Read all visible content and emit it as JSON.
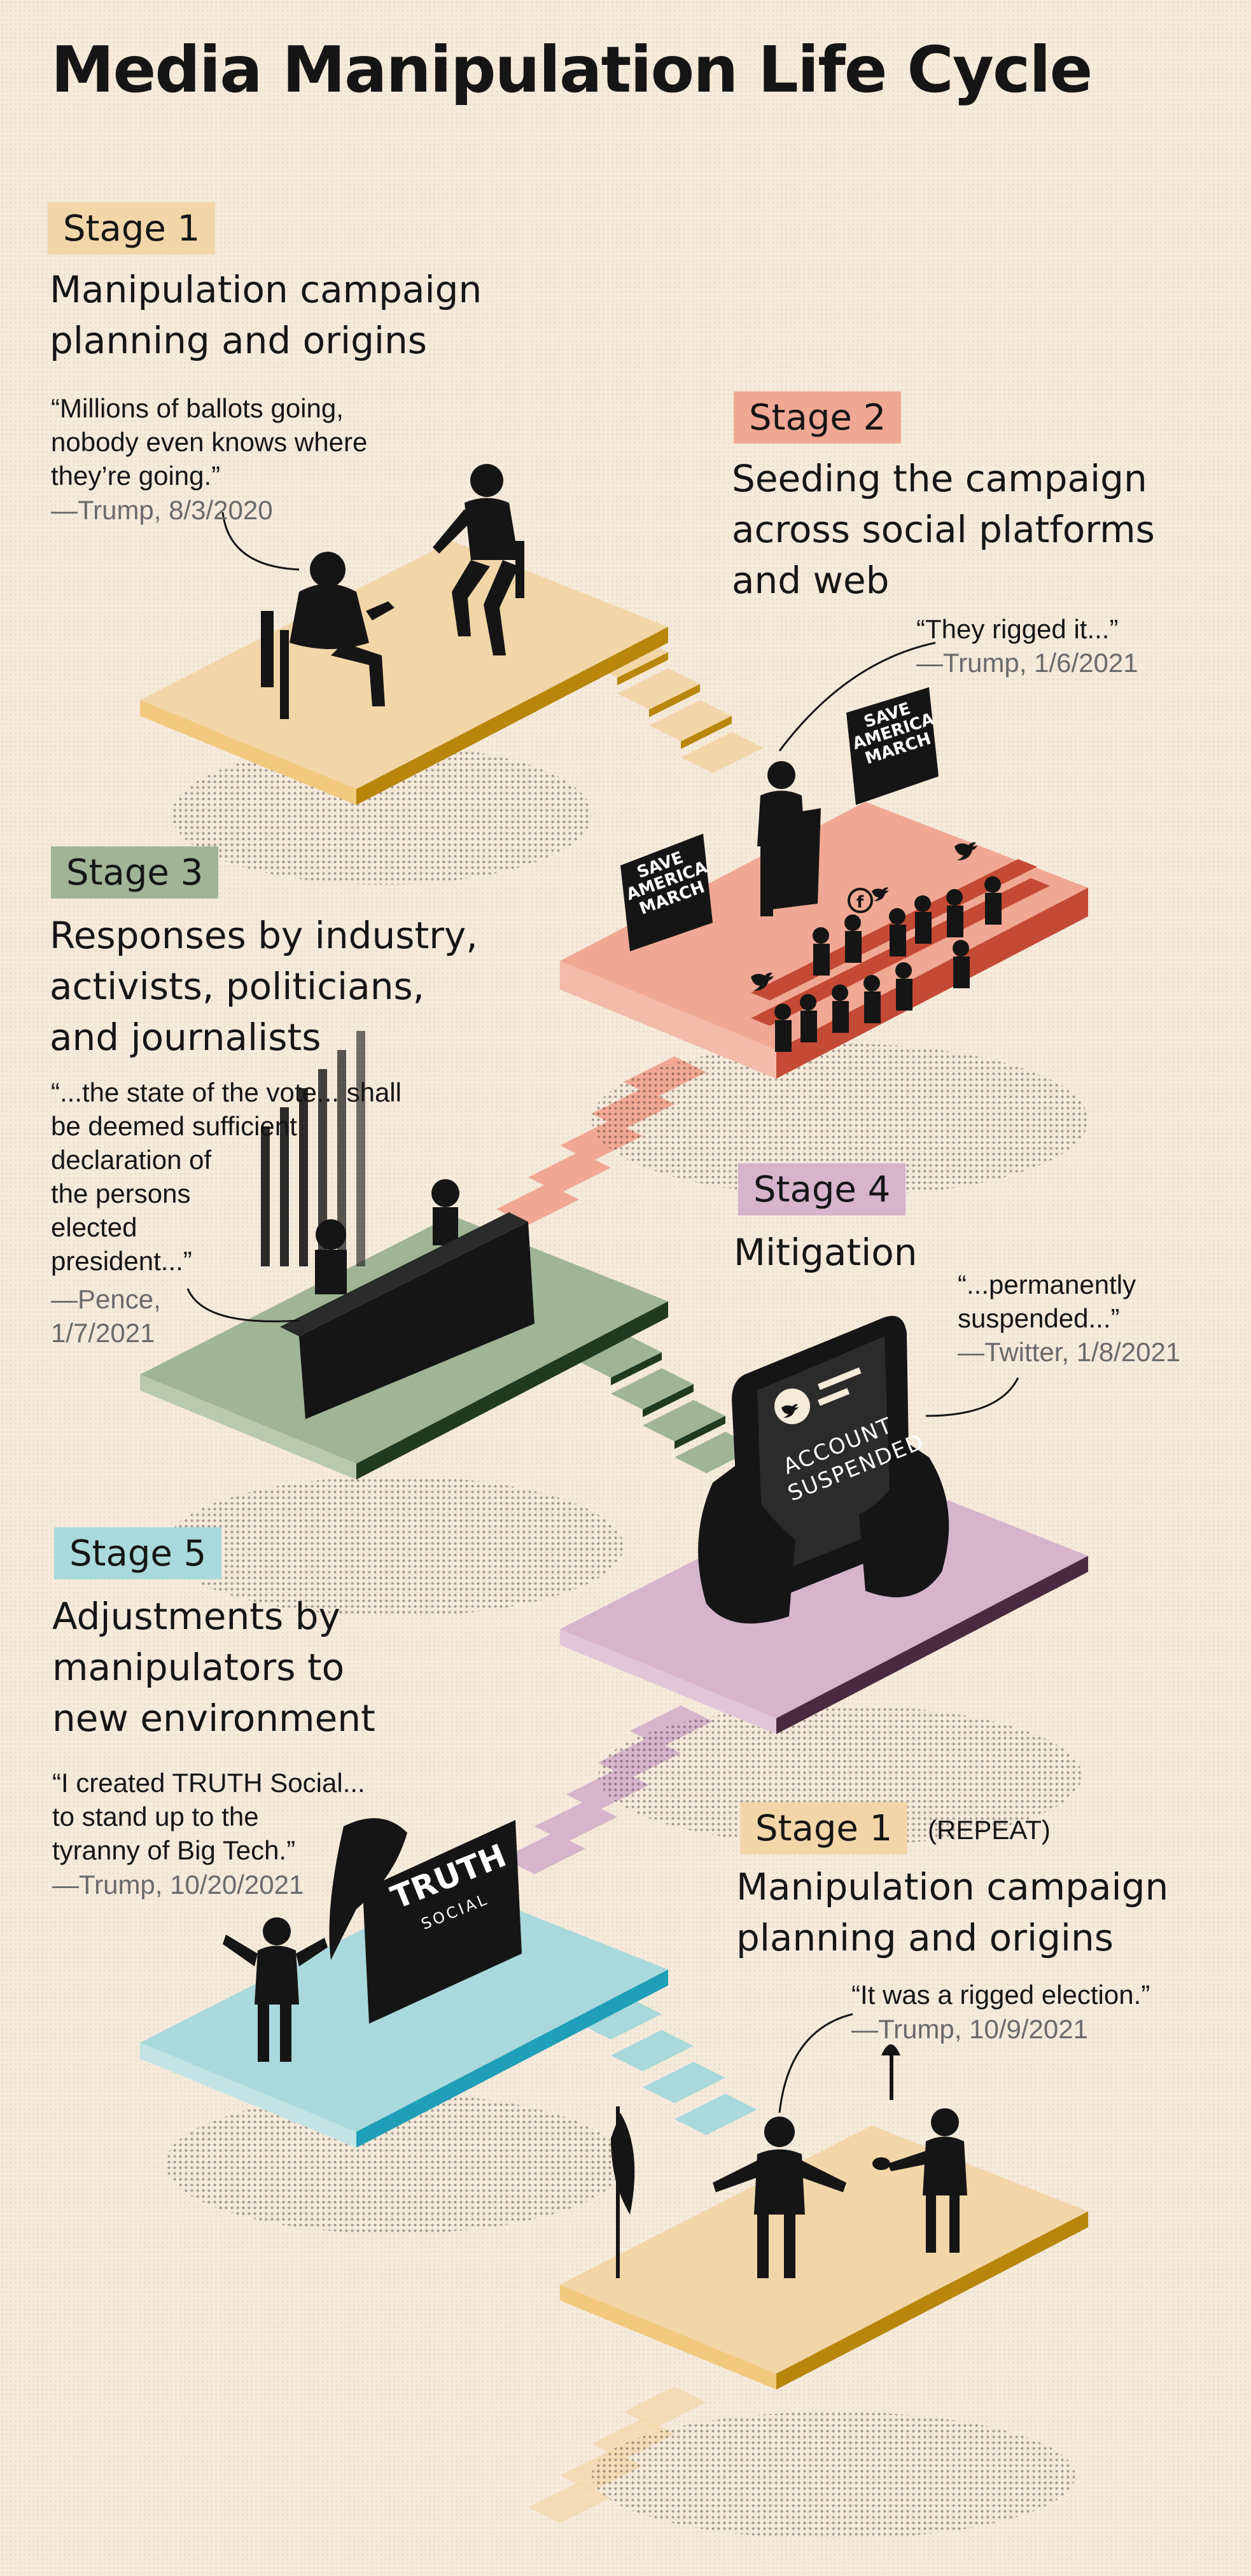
{
  "title": "Media Manipulation Life Cycle",
  "colors": {
    "stage1": "#f2d6a8",
    "stage2": "#f0a894",
    "stage3": "#9fb596",
    "stage4": "#d6b4cc",
    "stage5": "#a9d9dc",
    "ink": "#151515"
  },
  "stages": [
    {
      "badge": "Stage 1",
      "heading": "Manipulation campaign\nplanning and origins",
      "quote": "“Millions of ballots going,\nnobody even knows where\nthey’re going.”",
      "attribution": "—Trump, 8/3/2020"
    },
    {
      "badge": "Stage 2",
      "heading": "Seeding the campaign\nacross social platforms\nand web",
      "quote": "“They rigged it...”",
      "attribution": "—Trump, 1/6/2021",
      "sign_text": "SAVE\nAMERICA\nMARCH"
    },
    {
      "badge": "Stage 3",
      "heading": "Responses by industry,\nactivists, politicians,\nand journalists",
      "quote": "“...the state of the vote... shall\nbe deemed sufficient\ndeclaration of\nthe persons\nelected\npresident...”",
      "attribution": "—Pence,\n1/7/2021"
    },
    {
      "badge": "Stage 4",
      "heading": "Mitigation",
      "quote": "“...permanently\nsuspended...”",
      "attribution": "—Twitter, 1/8/2021",
      "screen_text": "ACCOUNT\nSUSPENDED"
    },
    {
      "badge": "Stage 5",
      "heading": "Adjustments by\nmanipulators to\nnew environment",
      "quote": "“I created TRUTH Social...\nto stand up to the\ntyranny of Big Tech.”",
      "attribution": "—Trump, 10/20/2021",
      "logo_text": "TRUTH",
      "logo_subtext": "SOCIAL"
    },
    {
      "badge": "Stage 1",
      "repeat_label": "(REPEAT)",
      "heading": "Manipulation campaign\nplanning and origins",
      "quote": "“It was a rigged election.”",
      "attribution": "—Trump, 10/9/2021"
    }
  ]
}
